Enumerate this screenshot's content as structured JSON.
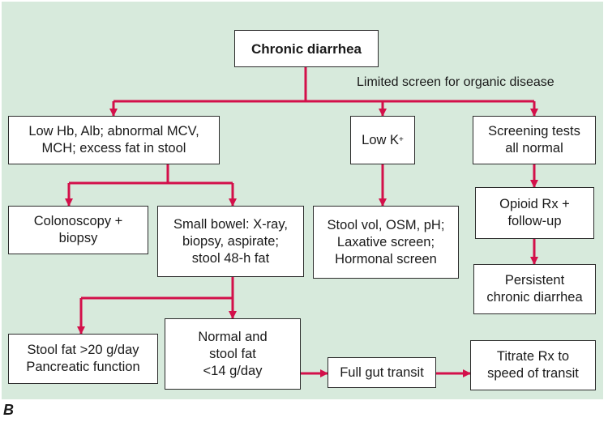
{
  "colors": {
    "background": "#d7eadc",
    "arrow": "#d3104a",
    "border": "#2b2b2b"
  },
  "annotation": "Limited screen for organic disease",
  "figure_label": "B",
  "boxes": {
    "root": "Chronic diarrhea",
    "low_hb": "Low Hb, Alb; abnormal MCV,\nMCH; excess fat in stool",
    "low_k": "Low K",
    "low_k_sup": "+",
    "screening": "Screening tests\nall normal",
    "colonoscopy": "Colonoscopy +\nbiopsy",
    "small_bowel": "Small bowel: X-ray,\nbiopsy, aspirate;\nstool 48-h fat",
    "stool_vol": "Stool vol, OSM, pH;\nLaxative screen;\nHormonal screen",
    "opioid": "Opioid Rx +\nfollow-up",
    "persistent": "Persistent\nchronic diarrhea",
    "stool_fat": "Stool fat >20 g/day\nPancreatic function",
    "normal_fat": "Normal and\nstool fat\n<14 g/day",
    "full_gut": "Full gut transit",
    "titrate": "Titrate Rx to\nspeed of transit"
  }
}
